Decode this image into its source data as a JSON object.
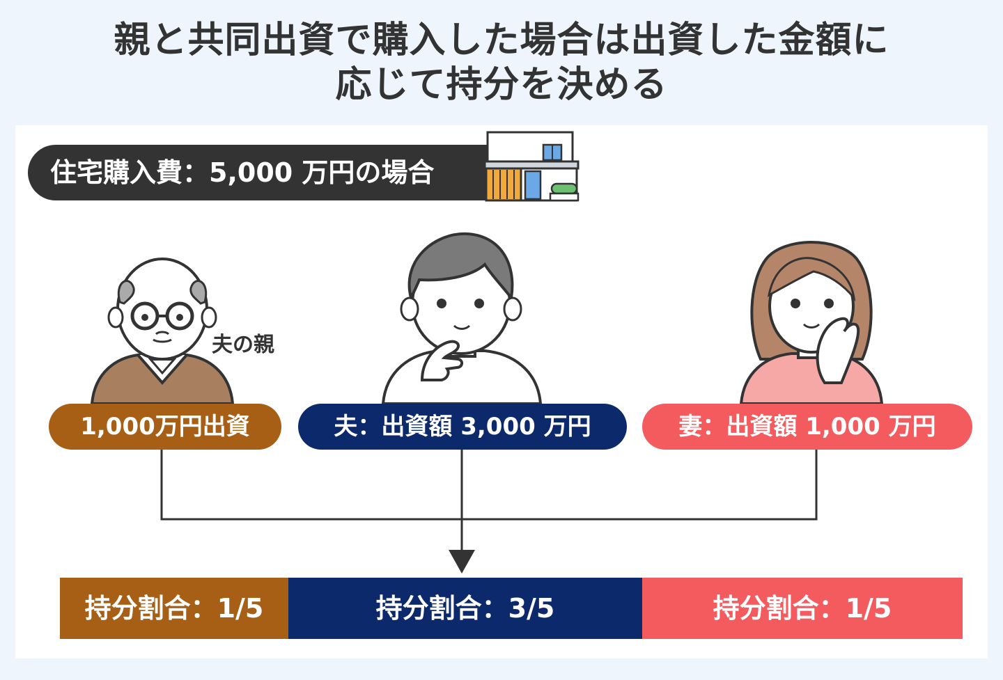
{
  "title": {
    "line1": "親と共同出資で購入した場合は出資した金額に",
    "line2": "応じて持分を決める"
  },
  "banner": {
    "label": "住宅購入費：5,000 万円の場合"
  },
  "parent": {
    "label": "夫の親",
    "contribution": "1,000万円出資",
    "share_label": "持分割合：1/5",
    "share_fraction": 0.2
  },
  "husband": {
    "contribution": "夫：出資額 3,000 万円",
    "share_label": "持分割合：3/5",
    "share_fraction": 0.6
  },
  "wife": {
    "contribution": "妻：出資額 1,000 万円",
    "share_label": "持分割合：1/5",
    "share_fraction": 0.2
  },
  "colors": {
    "parent": "#a65f14",
    "husband": "#0c2a6b",
    "wife": "#f45b5e",
    "banner": "#333333",
    "background": "#eef5fd"
  },
  "icons": [
    "house-icon",
    "elderly-man-illustration",
    "young-man-illustration",
    "woman-illustration",
    "down-arrow-icon"
  ]
}
